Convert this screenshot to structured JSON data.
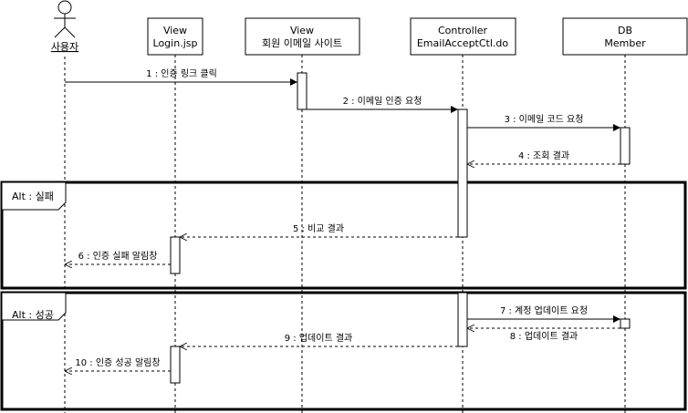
{
  "actor": {
    "name": "사용자"
  },
  "participants": [
    {
      "line1": "View",
      "line2": "Login.jsp"
    },
    {
      "line1": "View",
      "line2": "회원 이메일 사이트"
    },
    {
      "line1": "Controller",
      "line2": "EmailAcceptCtl.do"
    },
    {
      "line1": "DB",
      "line2": "Member"
    }
  ],
  "fragments": [
    {
      "label": "Alt : 실패"
    },
    {
      "label": "Alt : 성공"
    }
  ],
  "messages": [
    {
      "text": "1 : 인증 링크 클릭",
      "kind": "sync"
    },
    {
      "text": "2 : 이메일 인증 요청",
      "kind": "sync"
    },
    {
      "text": "3 : 이메일 코드 요청",
      "kind": "sync"
    },
    {
      "text": "4 : 조회 결과",
      "kind": "return"
    },
    {
      "text": "5 : 비교 결과",
      "kind": "return"
    },
    {
      "text": "6 : 인증 실패 알림창",
      "kind": "return"
    },
    {
      "text": "7 : 계정 업데이트 요청",
      "kind": "sync"
    },
    {
      "text": "8 : 업데이트 결과",
      "kind": "return"
    },
    {
      "text": "9 : 업데이트 결과",
      "kind": "return"
    },
    {
      "text": "10 : 인증 성공 알림창",
      "kind": "return"
    }
  ]
}
